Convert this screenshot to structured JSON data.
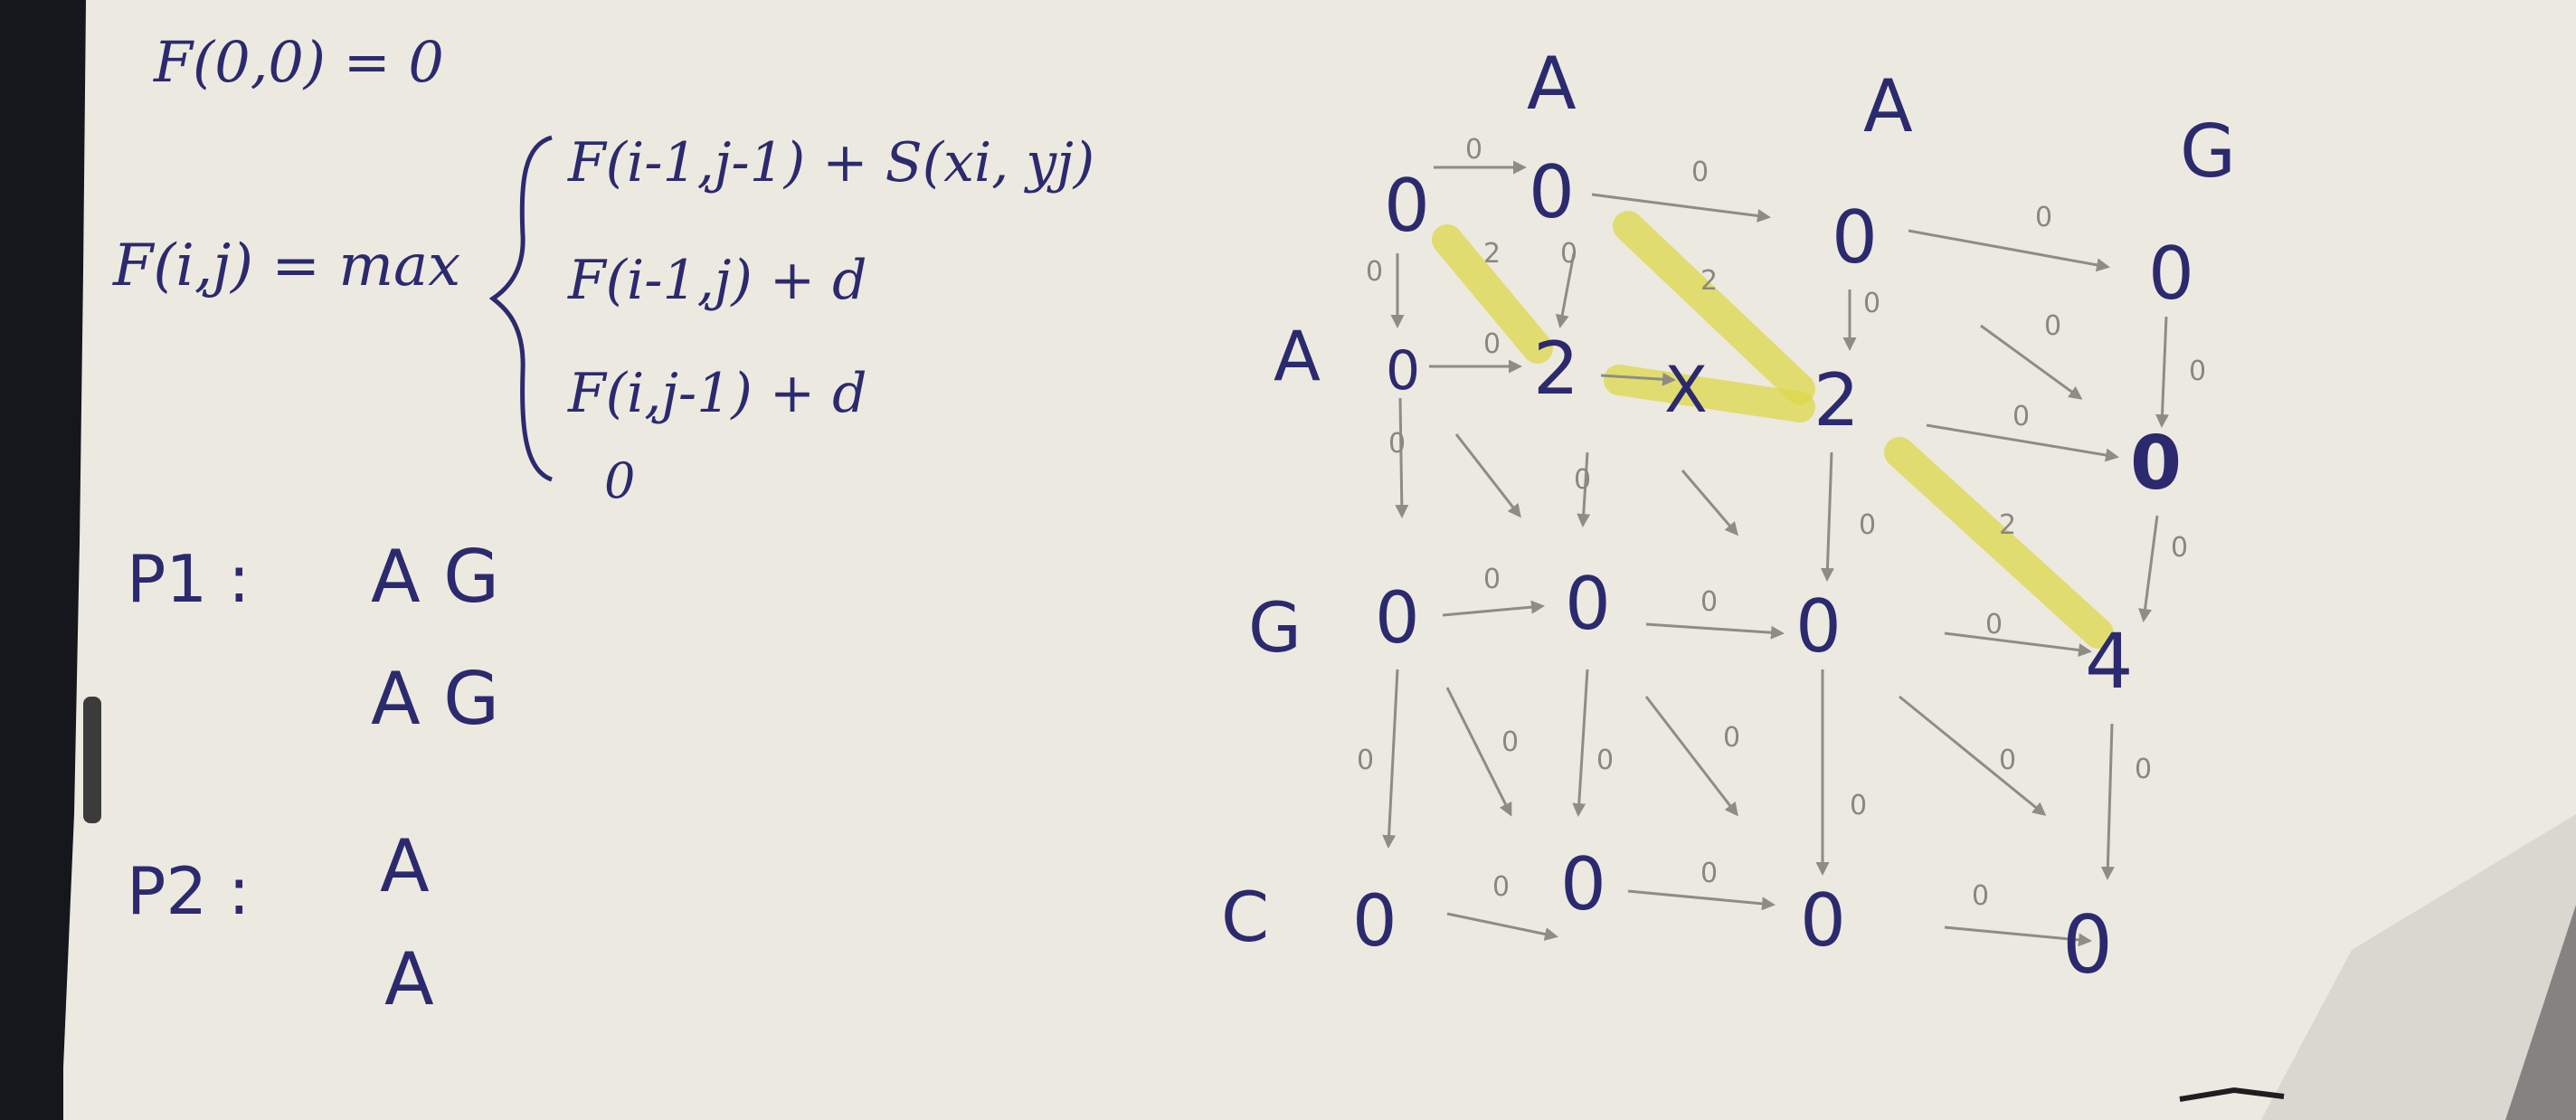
{
  "formulas": {
    "base_case": "F(0,0) = 0",
    "recurrence_lhs": "F(i,j) = max",
    "case_1": "F(i-1,j-1) + S(xi, yj)",
    "case_2": "F(i-1,j) + d",
    "case_3": "F(i,j-1) + d",
    "case_4": "0"
  },
  "paths": [
    {
      "label": "P1 :",
      "top": "A G",
      "bottom": "A G"
    },
    {
      "label": "P2 :",
      "top": "A",
      "bottom": "A"
    }
  ],
  "matrix": {
    "col_headers": [
      "A",
      "A",
      "G"
    ],
    "row_headers": [
      "A",
      "G",
      "C"
    ],
    "scores": [
      [
        "0",
        "0",
        "0",
        "0"
      ],
      [
        "0",
        "2",
        "2",
        "0"
      ],
      [
        "0",
        "0",
        "0",
        "4"
      ],
      [
        "0",
        "0",
        "0",
        "0"
      ]
    ],
    "cross_mark": "X",
    "edge_label": "0",
    "diag_label": "2",
    "highlight_color": "#dcd84a",
    "ink_color": "#2c2a6e"
  }
}
